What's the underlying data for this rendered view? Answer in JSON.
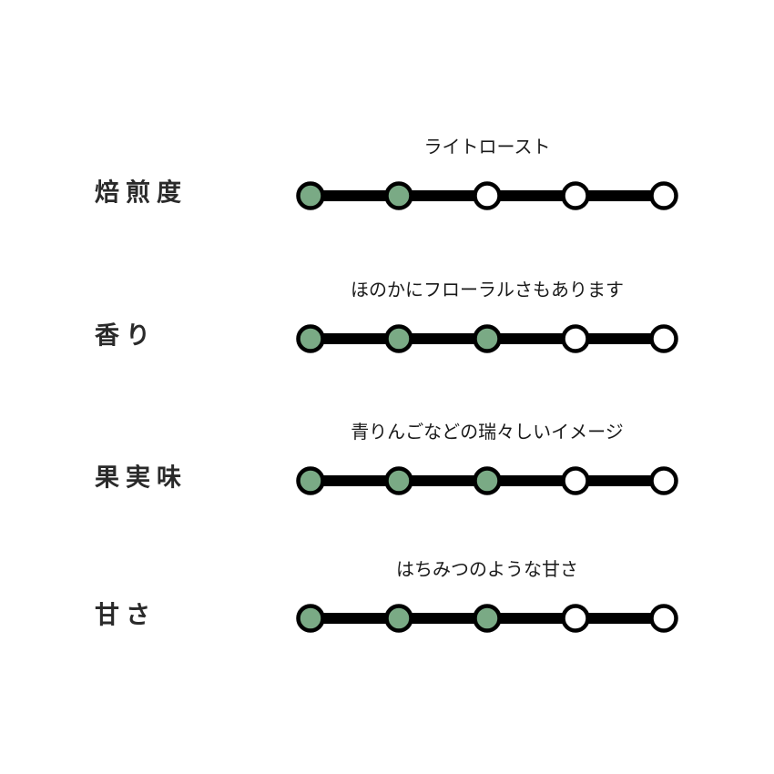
{
  "colors": {
    "filled": "#7aaa85",
    "empty": "#ffffff",
    "line": "#000000"
  },
  "rows": [
    {
      "label": "焙煎度",
      "description": "ライトロースト",
      "level": 2,
      "max": 5
    },
    {
      "label": "香り",
      "description": "ほのかにフローラルさもあります",
      "level": 3,
      "max": 5
    },
    {
      "label": "果実味",
      "description": "青りんごなどの瑞々しいイメージ",
      "level": 3,
      "max": 5
    },
    {
      "label": "甘さ",
      "description": "はちみつのような甘さ",
      "level": 3,
      "max": 5
    }
  ]
}
